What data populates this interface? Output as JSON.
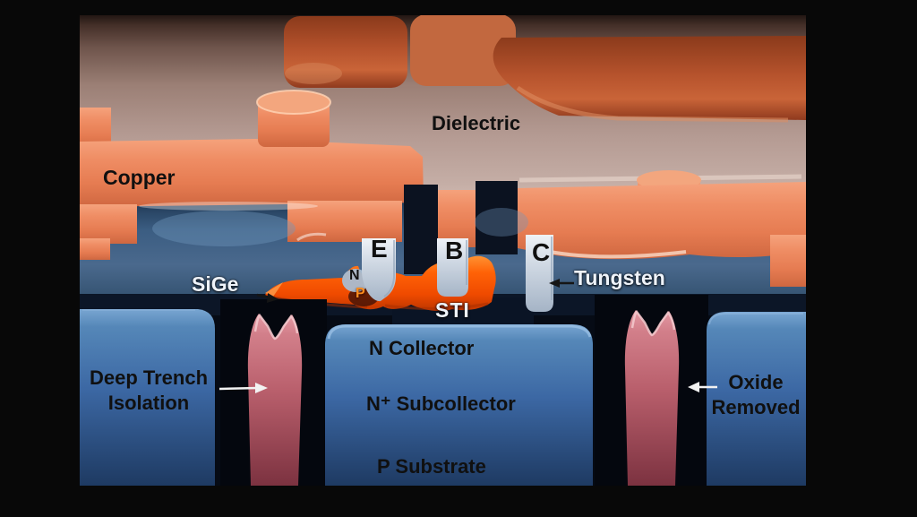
{
  "labels": {
    "dielectric": "Dielectric",
    "copper": "Copper",
    "emitter": "E",
    "base": "B",
    "collector": "C",
    "n_marker": "N",
    "p_marker": "P",
    "sige": "SiGe",
    "tungsten": "Tungsten",
    "sti": "STI",
    "n_collector": "N Collector",
    "n_subcollector": "N⁺ Subcollector",
    "p_substrate": "P Substrate",
    "deep_trench": {
      "line1": "Deep Trench",
      "line2": "Isolation"
    },
    "oxide_removed": {
      "line1": "Oxide",
      "line2": "Removed"
    }
  },
  "colors": {
    "background": "#080808",
    "copper_salmon": "#ef8d64",
    "copper_rust": "#b5512a",
    "dielectric_mauve": "#b49a92",
    "silicon_blue": "#3c68a4",
    "sige_orange": "#ff5a04",
    "deep_trench_red": "#b95f6c",
    "tungsten_gray": "#cfd8e3"
  }
}
